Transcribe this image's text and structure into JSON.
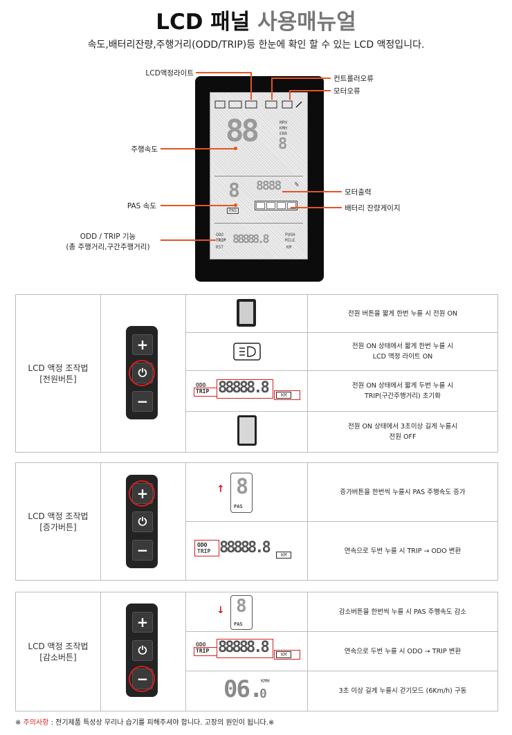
{
  "header": {
    "title_part1": "LCD 패널",
    "title_part2": "사용매뉴얼",
    "subtitle": "속도,배터리잔량,주행거리(ODD/TRIP)등 한눈에 확인 할 수 있는 LCD 액정입니다."
  },
  "diagram": {
    "labels": {
      "backlight": "LCD액정라이트",
      "controller_error": "컨트롤러오류",
      "motor_error": "모터오류",
      "speed": "주행속도",
      "motor_output": "모터출력",
      "pas_speed": "PAS 속도",
      "battery_gauge": "배터리 잔량게이지",
      "odo_trip_line1": "ODD / TRIP 기능",
      "odo_trip_line2": "(총 주행거리,구간주행거리)"
    },
    "screen_text": {
      "speed_digits": "88",
      "speed_decimal": "8",
      "unit_mph": "MPH",
      "unit_kmh": "KMH",
      "unit_err": "ERR",
      "pas_digit": "8",
      "pas_label": "PAS",
      "power_digits": "8888",
      "percent": "%",
      "odo": "ODO",
      "trip": "TRIP",
      "rst": "RST",
      "odo_digits": "88888.8",
      "push": "PUSH",
      "mile": "MILE",
      "km": "KM"
    }
  },
  "sections": [
    {
      "left_line1": "LCD 액정 조작법",
      "left_line2": "[전원버튼]",
      "highlight": "power",
      "rows": [
        {
          "line1": "전원 버튼을 짧게 한번 누를 시 전원 ON",
          "line2": ""
        },
        {
          "line1": "전원 ON 상태에서 짧게 한번 누를 시",
          "line2": "LCD 액정 라이트 ON"
        },
        {
          "line1": "전원 ON 상태에서 짧게 두번 누를 시",
          "line2": "TRIP(구간주행거리) 초기화"
        },
        {
          "line1": "전원 ON 상태에서 3초이상 길게 누를시",
          "line2": "전원 OFF"
        }
      ]
    },
    {
      "left_line1": "LCD 액정 조작법",
      "left_line2": "[증가버튼]",
      "highlight": "plus",
      "rows": [
        {
          "line1": "증가버튼을 한번씩 누를시 PAS 주행속도 증가",
          "line2": ""
        },
        {
          "line1": "연속으로 두번 누를 시 TRIP → ODO 변환",
          "line2": ""
        }
      ]
    },
    {
      "left_line1": "LCD 액정 조작법",
      "left_line2": "[감소버튼]",
      "highlight": "minus",
      "rows": [
        {
          "line1": "감소버튼을 한번씩 누를 시 PAS 주행속도 감소",
          "line2": ""
        },
        {
          "line1": "연속으로 두번 누를 시 ODO → TRIP 변환",
          "line2": ""
        },
        {
          "line1": "3초 이상 길게 누를시 걷기모드 (6Km/h) 구동",
          "line2": ""
        }
      ]
    }
  ],
  "row_pictures": {
    "odo": "ODO",
    "trip": "TRIP",
    "digits": "88888.8",
    "km": "KM",
    "pas": "PAS",
    "pas_digit": "8",
    "walk_digits": "06.",
    "walk_decimal": "0",
    "walk_unit": "KMH"
  },
  "buttons": {
    "plus": "+",
    "power": "⏻",
    "minus": "−"
  },
  "icons": [
    "backlight-icon",
    "battery-icon",
    "controller-icon",
    "motor-icon",
    "wrench-icon",
    "power-screen-icon",
    "arrow-up-icon",
    "arrow-down-icon"
  ],
  "colors": {
    "accent": "#e8531f",
    "highlight_red": "#d61d1d",
    "device_black": "#0c0c0c"
  },
  "footer": {
    "prefix": "※",
    "warning_label": "주의사항",
    "text": ": 전기제품 특성상 무리나 습기를 피해주셔야 합니다. 고장의 원인이 됩니다.※"
  }
}
